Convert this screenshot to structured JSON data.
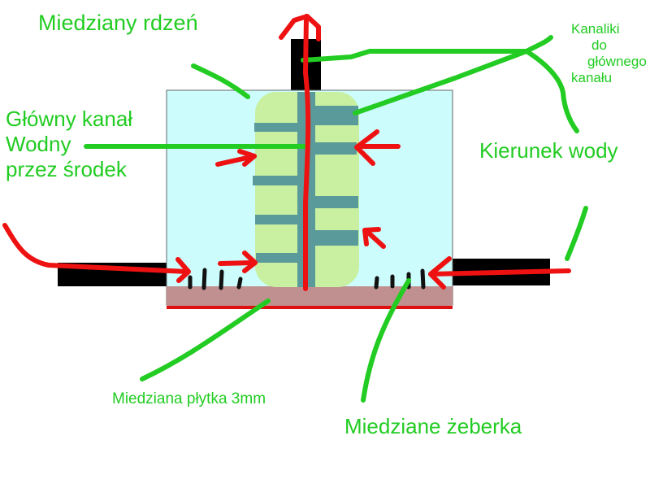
{
  "colors": {
    "label_green": "#22cc22",
    "water_box": "#ccfcfc",
    "core_green": "#c8f0a0",
    "teal_channel": "#5a9a9a",
    "plate": "#c09090",
    "plate_edge": "#e01010",
    "flow_arrow": "#ee1111",
    "pipe": "#000000"
  },
  "labels": {
    "core": "Miedziany rdzeń",
    "main_channel": [
      "Główny kanał",
      "Wodny",
      "przez środek"
    ],
    "side_channels": [
      "Kanaliki",
      "do",
      "głównego",
      "kanału"
    ],
    "water_direction": "Kierunek wody",
    "plate": "Miedziana płytka 3mm",
    "fins": "Miedziane żeberka"
  }
}
